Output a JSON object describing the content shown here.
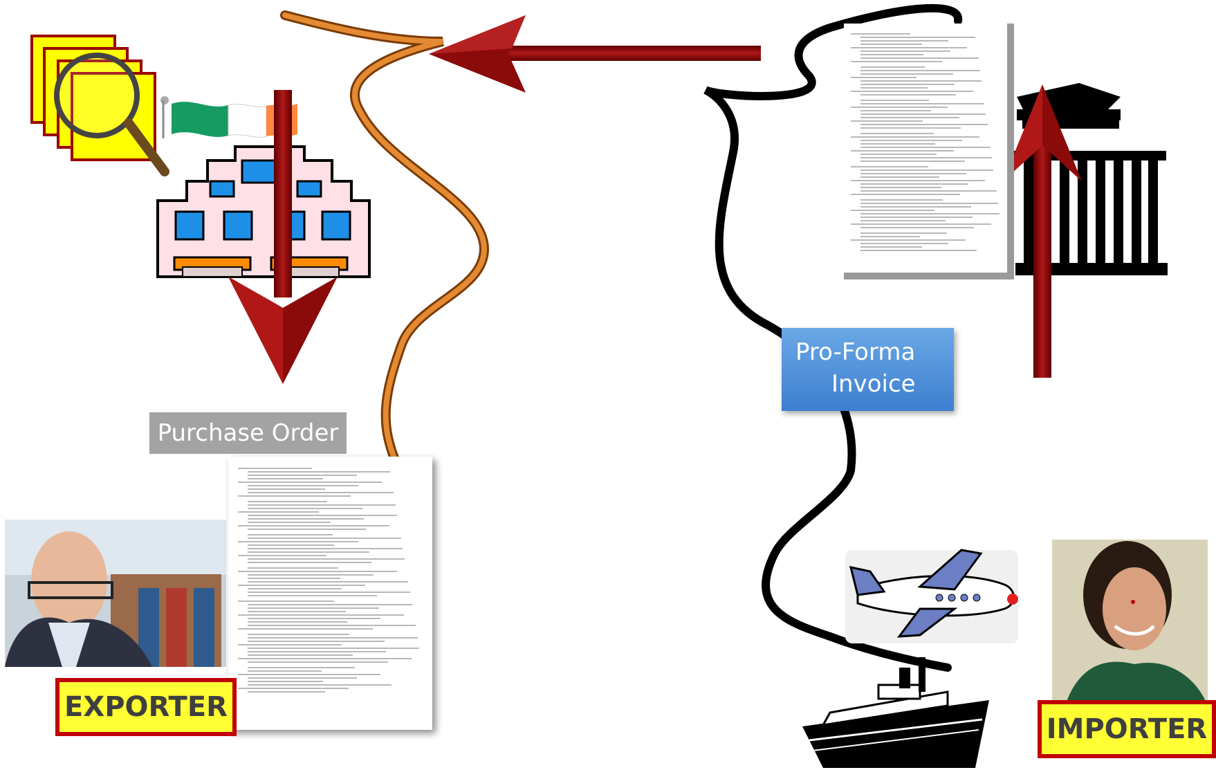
{
  "labels": {
    "purchase_order": "Purchase Order",
    "proforma_line1": "Pro-Forma",
    "proforma_line2": "Invoice",
    "exporter": "EXPORTER",
    "importer": "IMPORTER"
  },
  "icons": {
    "magnifier": "magnifying-glass-over-documents",
    "flag": "irish-flag",
    "factory": "factory-building",
    "bank": "bank-building",
    "plane": "airplane",
    "ship": "cargo-ship"
  },
  "colors": {
    "arrow_red": "#8b0a0a",
    "orange_route": "#e07a25",
    "black_route": "#111111",
    "proforma_blue": "#4a8ad8",
    "purchase_order_gray": "#a3a3a3",
    "tag_yellow": "#ffff33",
    "tag_border": "#c00000"
  }
}
